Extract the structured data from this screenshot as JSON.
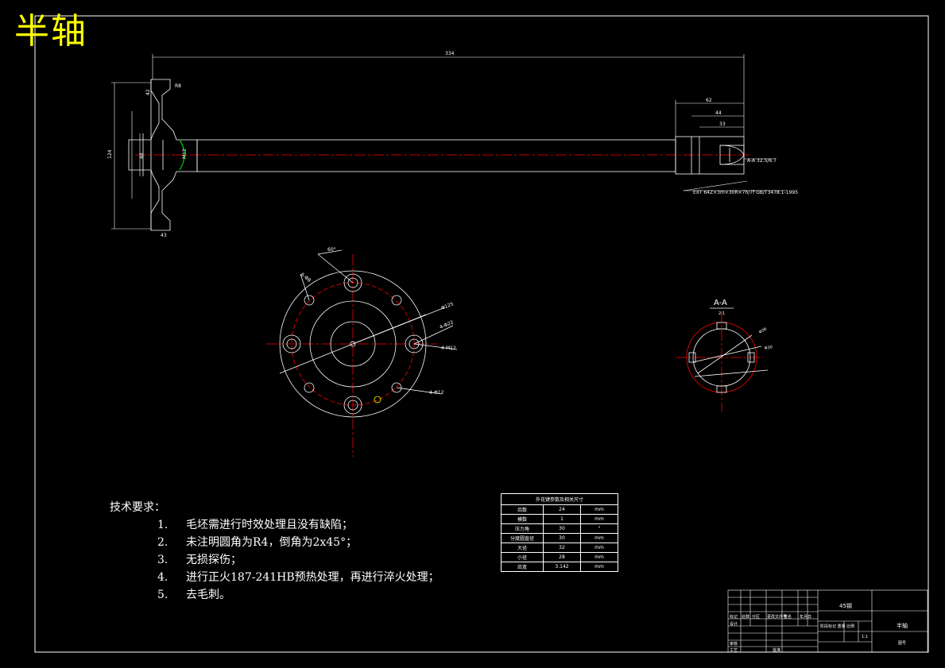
{
  "title": "半轴",
  "views": {
    "dims": {
      "overall_length": "334",
      "hub_dim": "124",
      "right_outer": "62",
      "right_mid": "44",
      "right_inner": "33",
      "left_top_a": "42",
      "left_top_b": "R8",
      "left_small_a": "48",
      "left_small_b": "M12",
      "left_bottom": "43",
      "spline_callout": "EXT 64Z×3m×30R×7h/7f GB/T3478.1-1995",
      "section_arrow_note": "A-A 32.5/6.7",
      "flange_angle": "60°",
      "flange_hole_a": "6-Φ8",
      "flange_hole_b": "4-Φ22",
      "flange_hole_c": "4-M12",
      "flange_hole_d": "4-Φ12",
      "flange_dia": "Φ125",
      "section_dia_a": "Φ36",
      "section_dia_b": "Φ30"
    },
    "section_label": "A-A",
    "section_scale": "2:1"
  },
  "requirements": {
    "heading": "技术要求：",
    "items": [
      {
        "num": "1.",
        "text": "毛坯需进行时效处理且没有缺陷；"
      },
      {
        "num": "2.",
        "text": "未注明圆角为R4，倒角为2x45°；"
      },
      {
        "num": "3.",
        "text": "无损探伤；"
      },
      {
        "num": "4.",
        "text": "进行正火187-241HB预热处理，再进行淬火处理；"
      },
      {
        "num": "5.",
        "text": "去毛刺。"
      }
    ]
  },
  "spline_table": {
    "caption": "外花键参数及相关尺寸",
    "rows": [
      {
        "name": "齿数",
        "value": "24",
        "unit": "mm"
      },
      {
        "name": "模数",
        "value": "1",
        "unit": "mm"
      },
      {
        "name": "压力角",
        "value": "30",
        "unit": "°"
      },
      {
        "name": "分度圆直径",
        "value": "30",
        "unit": "mm"
      },
      {
        "name": "大径",
        "value": "32",
        "unit": "mm"
      },
      {
        "name": "小径",
        "value": "28",
        "unit": "mm"
      },
      {
        "name": "齿宽",
        "value": "3.142",
        "unit": "mm"
      }
    ]
  },
  "title_block": {
    "material": "45钢",
    "part_name": "半轴",
    "stage_labels": "阶段标记 重量 比例",
    "scale": "1:1",
    "sheet": "图号",
    "labels": [
      "标记",
      "处数",
      "分区",
      "更改文件号",
      "签名",
      "年月日"
    ],
    "row_labels": [
      "设计",
      "审核",
      "工艺"
    ],
    "approve": "批准"
  },
  "colors": {
    "background": "#000000",
    "line": "#ffffff",
    "center_line": "#ff0000",
    "accent": "#ffff00",
    "dimension_mark": "#00cc00"
  }
}
